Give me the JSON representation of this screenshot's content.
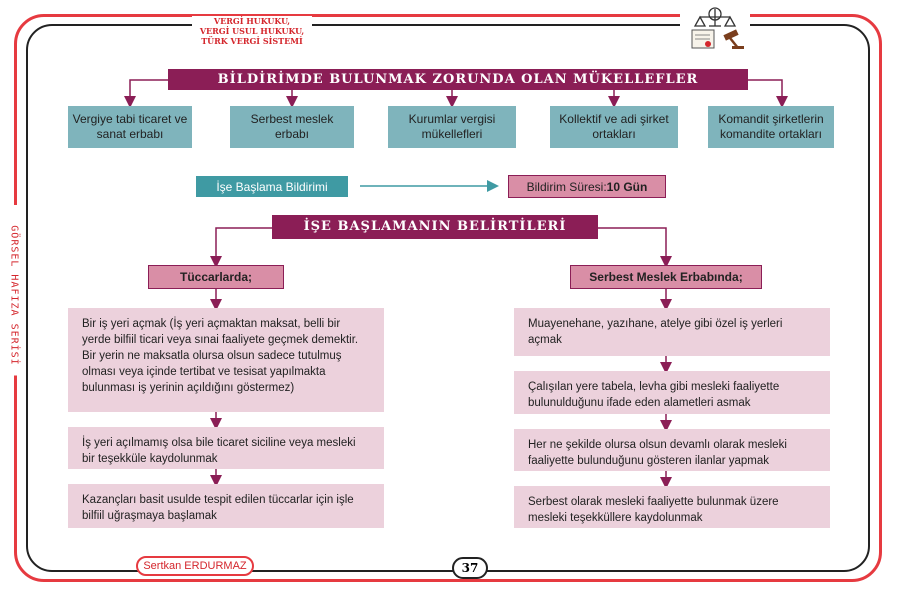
{
  "header": {
    "line1": "VERGİ HUKUKU,",
    "line2": "VERGİ USUL HUKUKU,",
    "line3": "TÜRK VERGİ SİSTEMİ"
  },
  "side_label": "GÖRSEL HAFIZA SERİSİ",
  "title1": "BİLDİRİMDE BULUNMAK ZORUNDA OLAN MÜKELLEFLER",
  "taxpayers": [
    "Vergiye tabi ticaret ve sanat erbabı",
    "Serbest meslek erbabı",
    "Kurumlar vergisi mükellefleri",
    "Kollektif ve adi şirket ortakları",
    "Komandit şirketlerin komandite ortakları"
  ],
  "notice": {
    "label": "İşe Başlama Bildirimi",
    "duration_prefix": "Bildirim Süresi: ",
    "duration_value": "10 Gün"
  },
  "title2": "İŞE BAŞLAMANIN BELİRTİLERİ",
  "merchants": {
    "heading": "Tüccarlarda;",
    "items": [
      "Bir iş yeri açmak (İş yeri açmaktan maksat, belli bir yerde bilfiil ticari veya sınai faaliyete geçmek demektir. Bir yerin ne maksatla olursa olsun sadece tutulmuş olması veya içinde tertibat ve tesisat yapılmakta bulunması iş yerinin açıldığını göstermez)",
      "İş yeri açılmamış olsa bile ticaret siciline veya mesleki bir teşekküle kaydolunmak",
      "Kazançları basit usulde tespit edilen tüccarlar için işle bilfiil uğraşmaya başlamak"
    ]
  },
  "professionals": {
    "heading": "Serbest Meslek Erbabında;",
    "items": [
      "Muayenehane, yazıhane, atelye gibi özel iş yerleri açmak",
      "Çalışılan yere tabela, levha gibi mesleki faaliyette bulunulduğunu ifade eden alametleri asmak",
      "Her ne şekilde olursa olsun devamlı olarak mesleki faaliyette bulunduğunu gösteren ilanlar yapmak",
      "Serbest olarak mesleki faaliyette bulunmak üzere mesleki teşekküllere kaydolunmak"
    ]
  },
  "footer": {
    "author": "Sertkan ERDURMAZ",
    "page": "37"
  },
  "colors": {
    "frame_red": "#e63a40",
    "title_bar": "#8b1e56",
    "teal_tile": "#7fb4bc",
    "teal_button": "#3f9aa3",
    "pink_head": "#d98ea6",
    "pink_box": "#ecd1dc"
  },
  "icons": [
    "scales-of-justice-icon",
    "gavel-document-icon"
  ]
}
